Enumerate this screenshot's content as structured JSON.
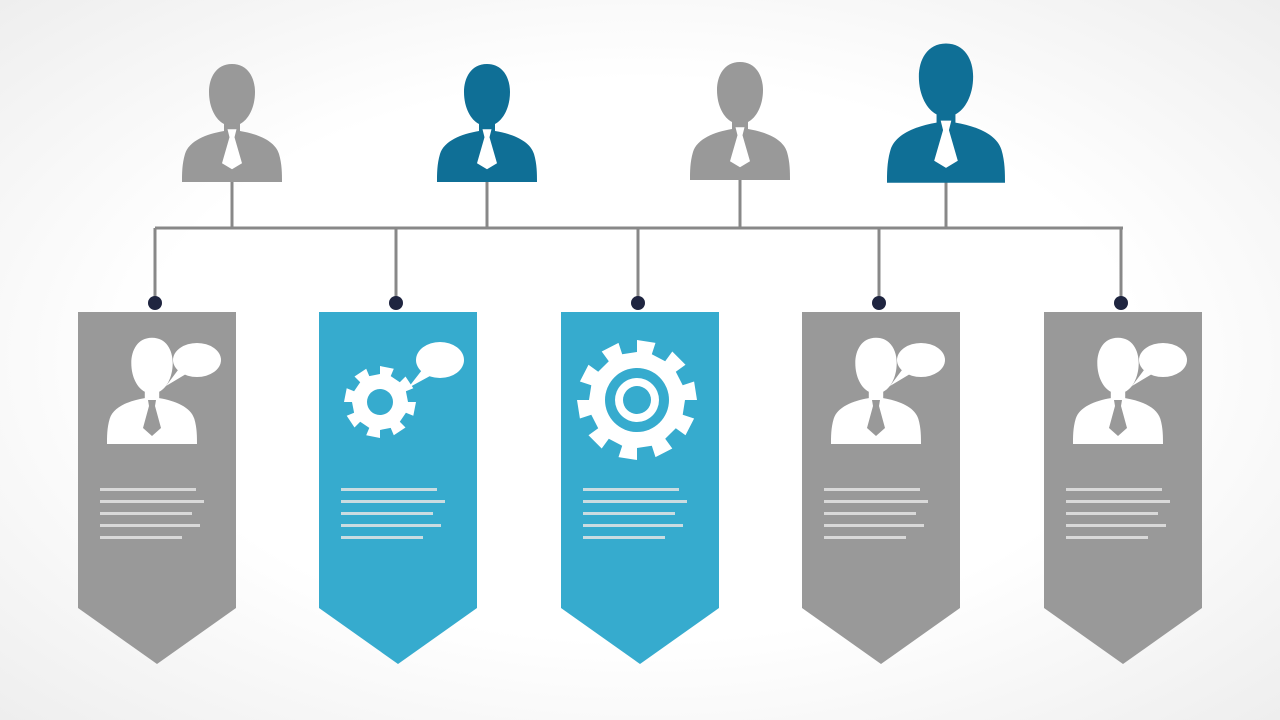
{
  "colors": {
    "gray": "#999999",
    "dark_blue": "#0f6f96",
    "light_blue": "#36abce",
    "connector": "#888888",
    "node_dot": "#1f2540",
    "icon": "#ffffff",
    "placeholder_text": "#e4e4e4"
  },
  "persons": [
    {
      "color": "gray"
    },
    {
      "color": "dark_blue"
    },
    {
      "color": "gray"
    },
    {
      "color": "dark_blue"
    }
  ],
  "banners": [
    {
      "color": "gray",
      "icon": "person-speech-bubble-icon"
    },
    {
      "color": "light_blue",
      "icon": "gear-speech-bubble-icon"
    },
    {
      "color": "light_blue",
      "icon": "large-gear-icon"
    },
    {
      "color": "gray",
      "icon": "person-speech-bubble-icon"
    },
    {
      "color": "gray",
      "icon": "person-speech-bubble-icon"
    }
  ]
}
